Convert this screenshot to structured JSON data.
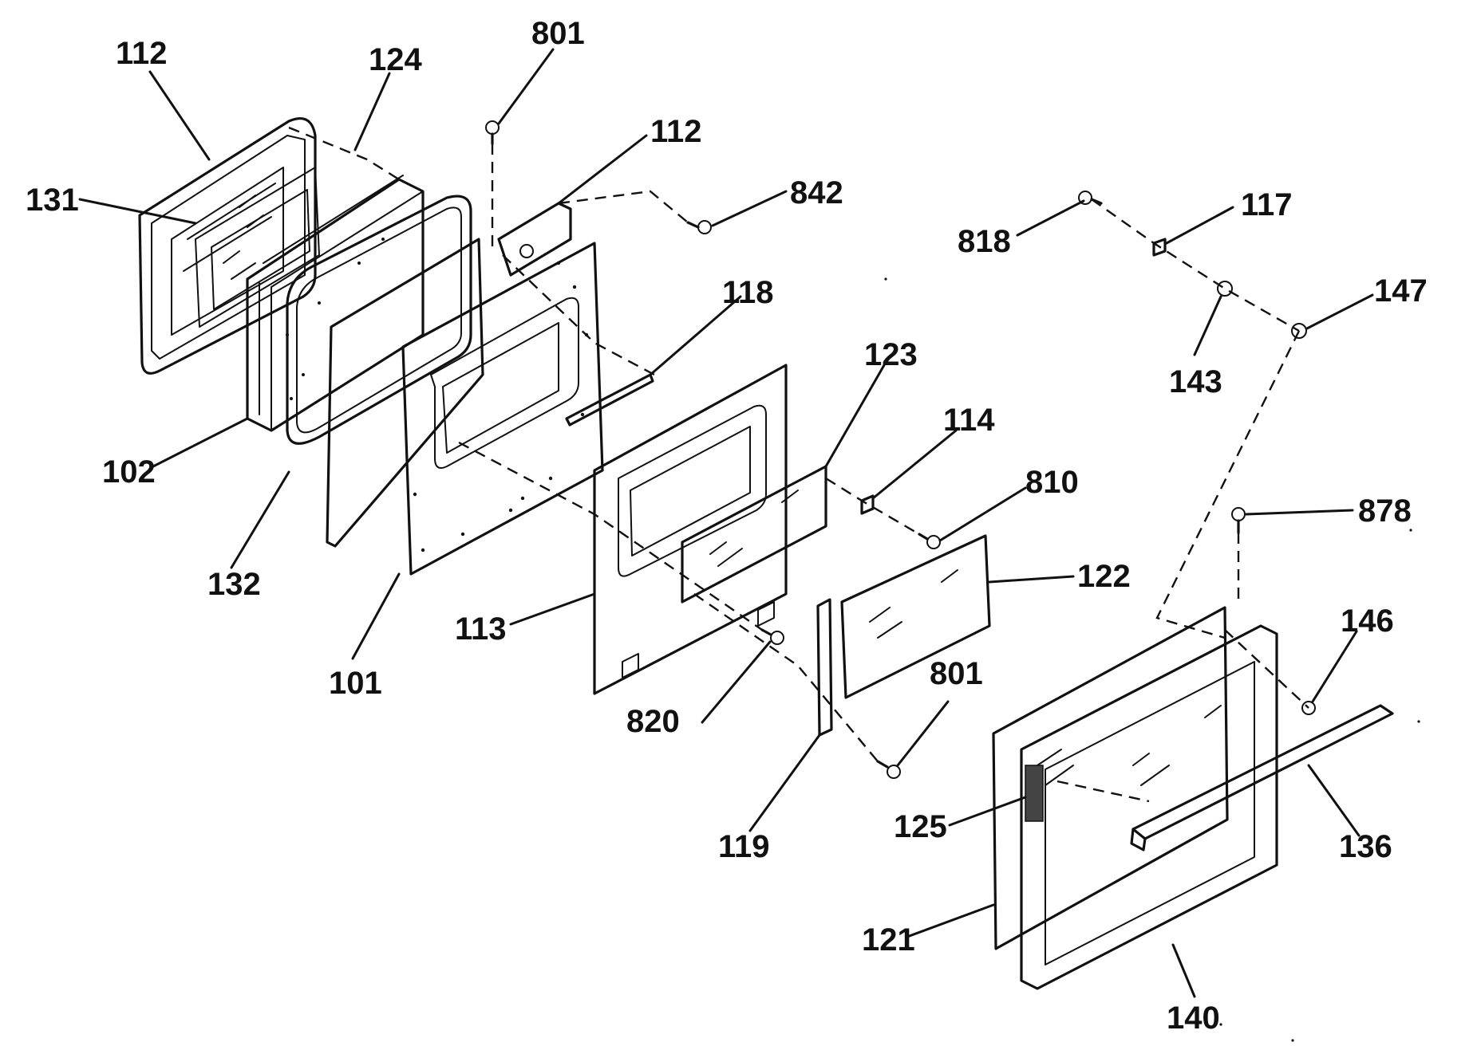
{
  "callouts": [
    {
      "id": "c112a",
      "text": "112"
    },
    {
      "id": "c124",
      "text": "124"
    },
    {
      "id": "c801a",
      "text": "801"
    },
    {
      "id": "c112b",
      "text": "112"
    },
    {
      "id": "c842",
      "text": "842"
    },
    {
      "id": "c131",
      "text": "131"
    },
    {
      "id": "c818",
      "text": "818"
    },
    {
      "id": "c117",
      "text": "117"
    },
    {
      "id": "c147",
      "text": "147"
    },
    {
      "id": "c143",
      "text": "143"
    },
    {
      "id": "c118",
      "text": "118"
    },
    {
      "id": "c123",
      "text": "123"
    },
    {
      "id": "c114",
      "text": "114"
    },
    {
      "id": "c810",
      "text": "810"
    },
    {
      "id": "c878",
      "text": "878"
    },
    {
      "id": "c102",
      "text": "102"
    },
    {
      "id": "c122",
      "text": "122"
    },
    {
      "id": "c132",
      "text": "132"
    },
    {
      "id": "c146",
      "text": "146"
    },
    {
      "id": "c113",
      "text": "113"
    },
    {
      "id": "c801b",
      "text": "801"
    },
    {
      "id": "c101",
      "text": "101"
    },
    {
      "id": "c820",
      "text": "820"
    },
    {
      "id": "c125",
      "text": "125"
    },
    {
      "id": "c136",
      "text": "136"
    },
    {
      "id": "c119",
      "text": "119"
    },
    {
      "id": "c121",
      "text": "121"
    },
    {
      "id": "c140",
      "text": "140"
    }
  ],
  "colors": {
    "ink": "#111111",
    "paper": "#ffffff"
  }
}
